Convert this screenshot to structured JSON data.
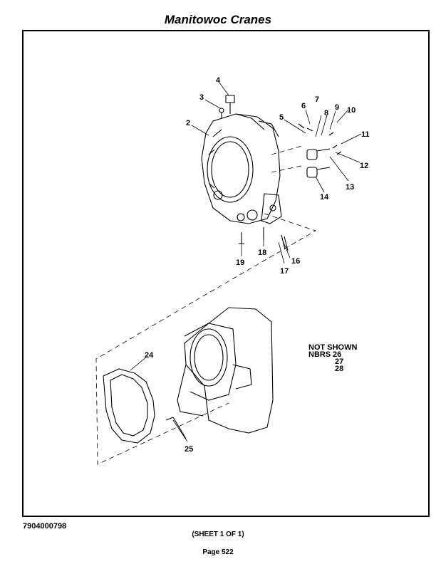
{
  "header": {
    "title": "Manitowoc Cranes"
  },
  "callouts": [
    "2",
    "3",
    "4",
    "5",
    "6",
    "7",
    "8",
    "9",
    "10",
    "11",
    "12",
    "13",
    "14",
    "16",
    "17",
    "18",
    "19",
    "24",
    "25"
  ],
  "not_shown": {
    "line1": "NOT SHOWN",
    "line2_label": "NBRS",
    "numbers": [
      "26",
      "27",
      "28"
    ]
  },
  "footer": {
    "doc_number": "7904000798",
    "sheet": "(SHEET 1 OF 1)",
    "page": "Page 522"
  }
}
